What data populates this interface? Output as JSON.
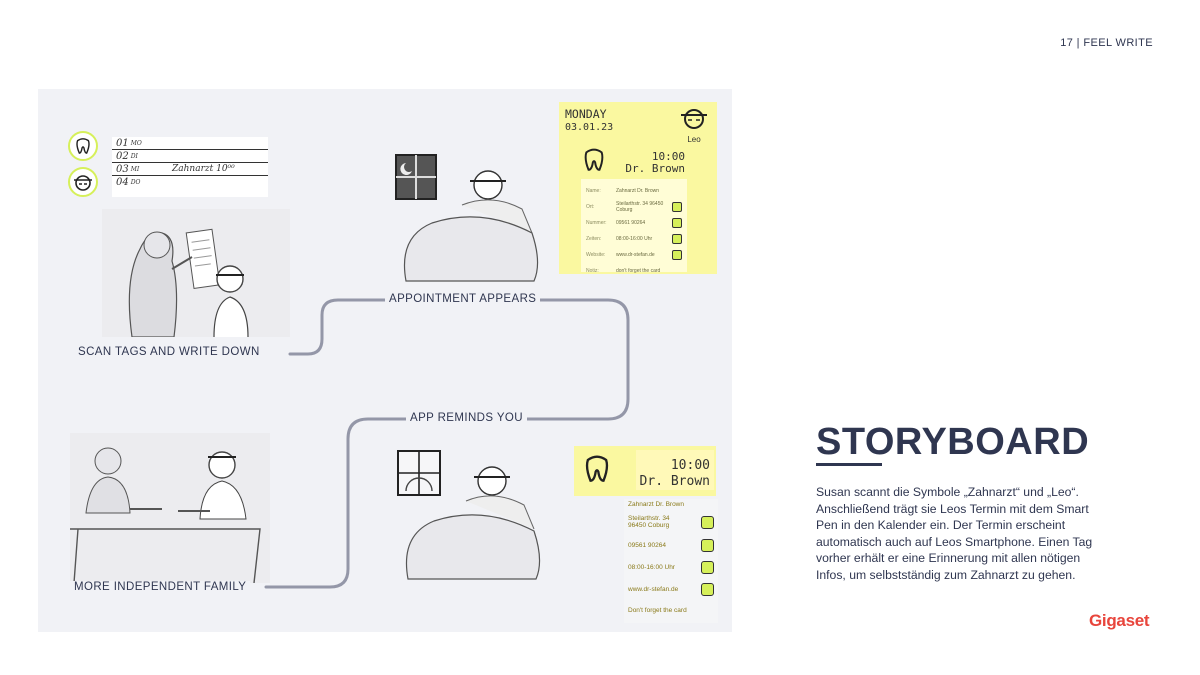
{
  "header": {
    "page_label": "17 | FEEL WRITE"
  },
  "storyboard": {
    "steps": [
      {
        "label": "SCAN TAGS AND WRITE DOWN"
      },
      {
        "label": "APPOINTMENT APPEARS"
      },
      {
        "label": "APP REMINDS YOU"
      },
      {
        "label": "MORE INDEPENDENT FAMILY"
      }
    ],
    "calendar": {
      "rows": [
        {
          "num": "01",
          "day": "MO",
          "entry": ""
        },
        {
          "num": "02",
          "day": "DI",
          "entry": ""
        },
        {
          "num": "03",
          "day": "MI",
          "entry": "Zahnarzt 10⁰⁰"
        },
        {
          "num": "04",
          "day": "DO",
          "entry": ""
        }
      ]
    },
    "card_appointment": {
      "day": "MONDAY",
      "date": "03.01.23",
      "person": "Leo",
      "time": "10:00",
      "doctor": "Dr. Brown",
      "details": [
        {
          "key": "Name:",
          "value": "Zahnarzt Dr. Brown",
          "icon": ""
        },
        {
          "key": "Ort:",
          "value": "Steilarthstr. 34 96450 Coburg",
          "icon": "location-icon"
        },
        {
          "key": "Nummer:",
          "value": "09561 90264",
          "icon": "phone-icon"
        },
        {
          "key": "Zeiten:",
          "value": "08:00-16:00 Uhr",
          "icon": "clock-icon"
        },
        {
          "key": "Website:",
          "value": "www.dr-stefan.de",
          "icon": "globe-icon"
        },
        {
          "key": "Notiz:",
          "value": "don't forget the card",
          "icon": ""
        }
      ]
    },
    "card_reminder": {
      "time": "10:00",
      "doctor": "Dr. Brown",
      "details": [
        {
          "value": "Zahnarzt Dr. Brown",
          "icon": ""
        },
        {
          "value": "Steilarthstr. 34 96450 Coburg",
          "icon": "location-icon"
        },
        {
          "value": "09561 90264",
          "icon": "phone-icon"
        },
        {
          "value": "08:00-16:00 Uhr",
          "icon": "clock-icon"
        },
        {
          "value": "www.dr-stefan.de",
          "icon": "globe-icon"
        },
        {
          "value": "Don't forget the card",
          "icon": ""
        }
      ]
    }
  },
  "sidebar": {
    "title": "STORYBOARD",
    "description": "Susan scannt die Symbole „Zahnarzt“ und „Leo“. Anschließend trägt sie Leos Termin mit dem Smart Pen in den Kalender ein. Der Termin erscheint automatisch auch auf Leos Smartphone. Einen Tag vorher erhält er eine Erinnerung mit allen nötigen Infos, um selbstständig zum Zahnarzt zu gehen.",
    "brand": "Gigaset"
  },
  "colors": {
    "accent": "#d6f05a",
    "ink": "#2f3650",
    "brand": "#e8453c",
    "card": "#faf8a0",
    "board": "#f1f2f6"
  }
}
